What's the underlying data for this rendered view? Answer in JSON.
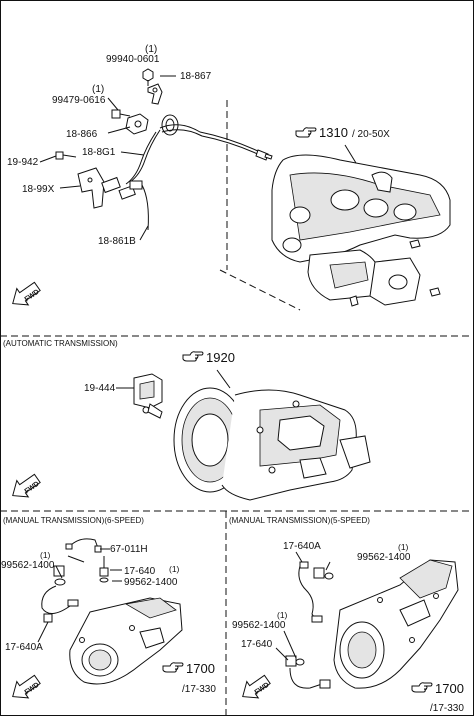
{
  "sections": {
    "at_header": "(AUTOMATIC TRANSMISSION)",
    "mt6_header": "(MANUAL TRANSMISSION)(6-SPEED)",
    "mt5_header": "(MANUAL TRANSMISSION)(5-SPEED)"
  },
  "top": {
    "qty_99940": "(1)",
    "p_99940_0601": "99940-0601",
    "p_18_867": "18-867",
    "qty_99479": "(1)",
    "p_99479_0616": "99479-0616",
    "p_18_866": "18-866",
    "p_18_8g1": "18-8G1",
    "p_19_942": "19-942",
    "p_18_99x": "18-99X",
    "p_18_861b": "18-861B",
    "ref_main": "1310",
    "ref_sub": "/ 20-50X",
    "fwd": "FWD"
  },
  "at": {
    "p_19_444": "19-444",
    "ref_main": "1920",
    "fwd": "FWD"
  },
  "mt6": {
    "p_67_011h": "67-011H",
    "qty_a": "(1)",
    "p_99562_1400_a": "99562-1400",
    "p_17_640": "17-640",
    "qty_b": "(1)",
    "p_99562_1400_b": "99562-1400",
    "p_17_640a": "17-640A",
    "ref_main": "1700",
    "ref_sub": "/17-330",
    "fwd": "FWD"
  },
  "mt5": {
    "p_17_640a": "17-640A",
    "qty_a": "(1)",
    "p_99562_1400_a": "99562-1400",
    "qty_b": "(1)",
    "p_99562_1400_b": "99562-1400",
    "p_17_640": "17-640",
    "ref_main": "1700",
    "ref_sub": "/17-330",
    "fwd": "FWD"
  },
  "icons": {
    "reference": "pointing-hand-icon",
    "direction": "fwd-arrow-icon"
  }
}
